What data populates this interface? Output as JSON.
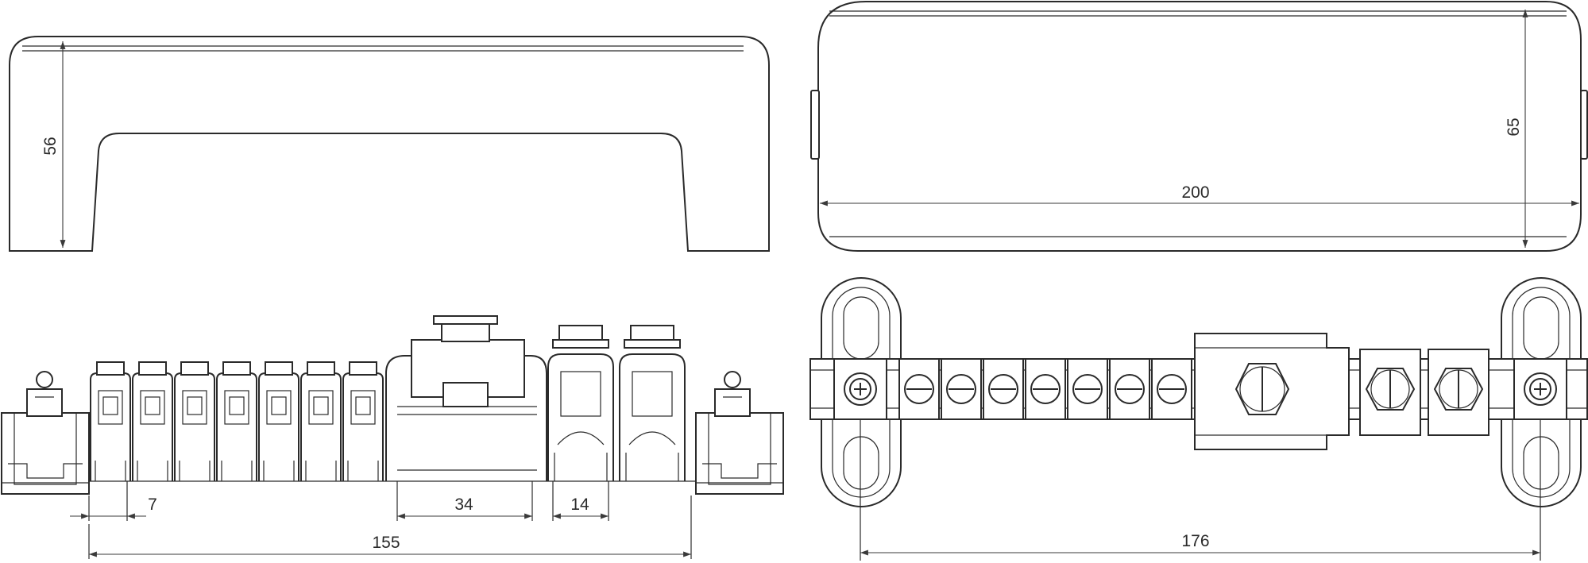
{
  "drawing": {
    "views": [
      {
        "name": "cover-side-view",
        "dimension_label": "56"
      },
      {
        "name": "cover-top-view",
        "dimension_labels": [
          "65",
          "200"
        ]
      },
      {
        "name": "busbar-side-view",
        "dimension_labels": [
          "7",
          "34",
          "14",
          "155"
        ]
      },
      {
        "name": "busbar-top-view",
        "dimension_label": "176"
      }
    ]
  },
  "colors": {
    "line": "#2a2a2a",
    "background": "#ffffff"
  }
}
